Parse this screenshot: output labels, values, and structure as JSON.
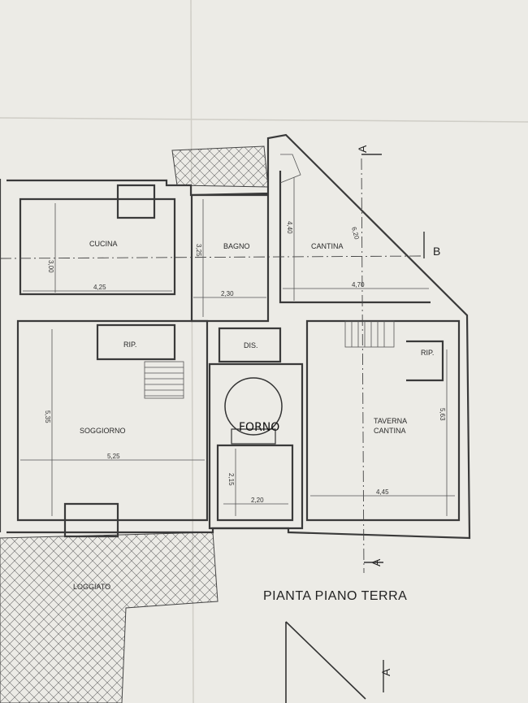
{
  "document": {
    "title": "PIANTA PIANO TERRA"
  },
  "rooms": {
    "cucina": "CUCINA",
    "bagno": "BAGNO",
    "cantina": "CANTINA",
    "soggiorno": "SOGGIORNO",
    "rip_left": "RIP.",
    "dis": "DIS.",
    "forno": "FORNO",
    "taverna_line1": "TAVERNA",
    "taverna_line2": "CANTINA",
    "rip_right": "RIP.",
    "loggiato": "LOGGIATO"
  },
  "dimensions": {
    "cucina_width": "4,25",
    "cucina_height": "3,00",
    "bagno_width": "2,30",
    "bagno_height": "3,25",
    "cantina_width": "4,70",
    "cantina_height": "4,40",
    "cantina_diagonal": "6,20",
    "soggiorno_width": "5,25",
    "soggiorno_height": "5,35",
    "forno_width": "2,20",
    "forno_height": "2,15",
    "taverna_width": "4,45",
    "taverna_height": "5,63"
  },
  "section_marks": {
    "a_top": "A",
    "b_right": "B",
    "a_bottom": "A",
    "a_lower": "A"
  },
  "colors": {
    "paper": "#ecebe6",
    "ink": "#3a3a3a"
  }
}
